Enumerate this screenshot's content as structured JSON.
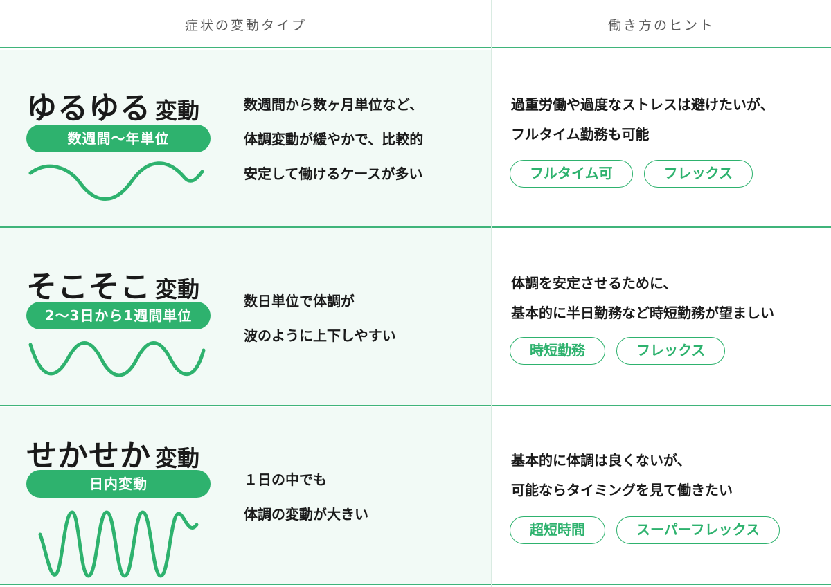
{
  "header": {
    "left_label": "症状の変動タイプ",
    "right_label": "働き方のヒント"
  },
  "rows": [
    {
      "title_big": "ゆるゆる",
      "title_small": "変動",
      "period": "数週間〜年単位",
      "desc": [
        "数週間から数ヶ月単位など、",
        "体調変動が緩やかで、比較的",
        "安定して働けるケースが多い"
      ],
      "hint": [
        "過重労働や過度なストレスは避けたいが、",
        "フルタイム勤務も可能"
      ],
      "tags": [
        "フルタイム可",
        "フレックス"
      ]
    },
    {
      "title_big": "そこそこ",
      "title_small": "変動",
      "period": "2〜3日から1週間単位",
      "desc": [
        "数日単位で体調が",
        "波のように上下しやすい"
      ],
      "hint": [
        "体調を安定させるために、",
        "基本的に半日勤務など時短勤務が望ましい"
      ],
      "tags": [
        "時短勤務",
        "フレックス"
      ]
    },
    {
      "title_big": "せかせか",
      "title_small": "変動",
      "period": "日内変動",
      "desc": [
        "１日の中でも",
        "体調の変動が大きい"
      ],
      "hint": [
        "基本的に体調は良くないが、",
        "可能ならタイミングを見て働きたい"
      ],
      "tags": [
        "超短時間",
        "スーパーフレックス"
      ]
    }
  ],
  "colors": {
    "accent": "#2eb26e",
    "row_bg": "#f2faf6",
    "divider": "#3fb47a"
  },
  "icons": [
    "slow-wave-icon",
    "medium-wave-icon",
    "fast-wave-icon"
  ]
}
